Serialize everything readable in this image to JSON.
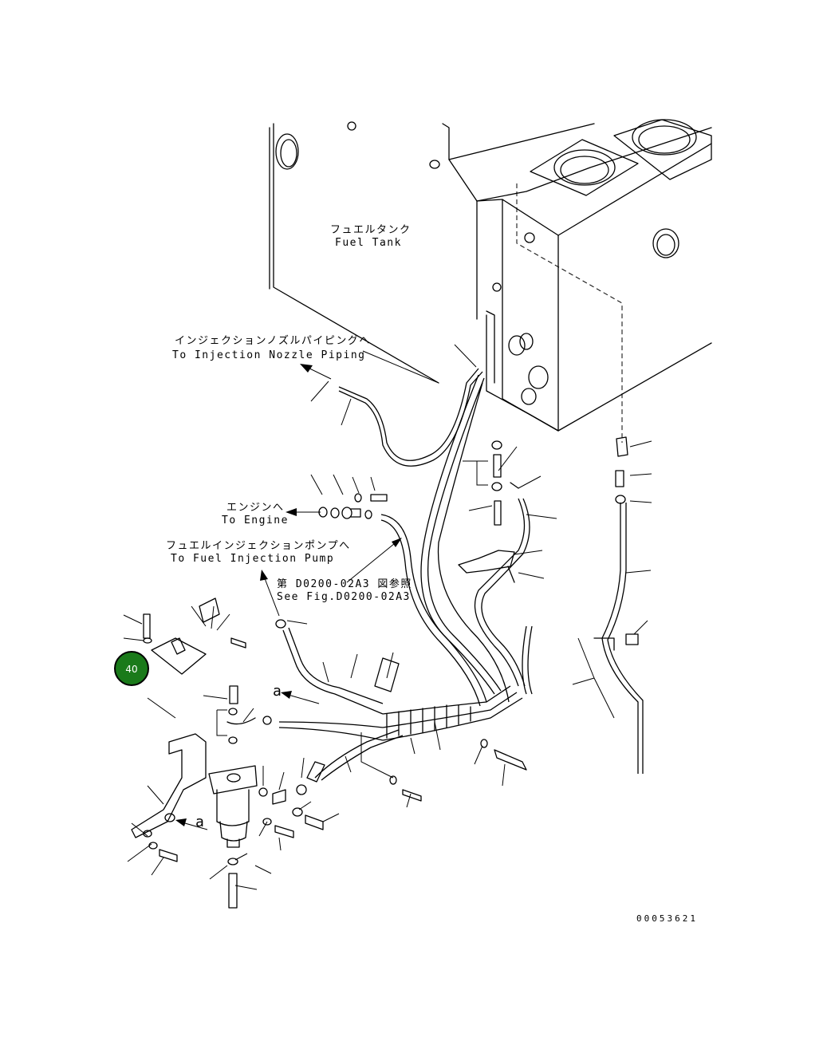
{
  "labels": {
    "fuel_tank_jp": "フュエルタンク",
    "fuel_tank_en": "Fuel Tank",
    "injection_nozzle_jp": "インジェクションノズルパイピングへ",
    "injection_nozzle_en": "To Injection Nozzle Piping",
    "engine_jp": "エンジンへ",
    "engine_en": "To Engine",
    "fuel_pump_jp": "フュエルインジェクションポンプへ",
    "fuel_pump_en": "To Fuel Injection Pump",
    "see_fig_jp": "第 D0200-02A3 図参照",
    "see_fig_en": "See Fig.D0200-02A3",
    "ref_a": "a",
    "drawing_number": "00053621"
  },
  "callout": {
    "number": "40",
    "color": "#1a7a1a"
  }
}
